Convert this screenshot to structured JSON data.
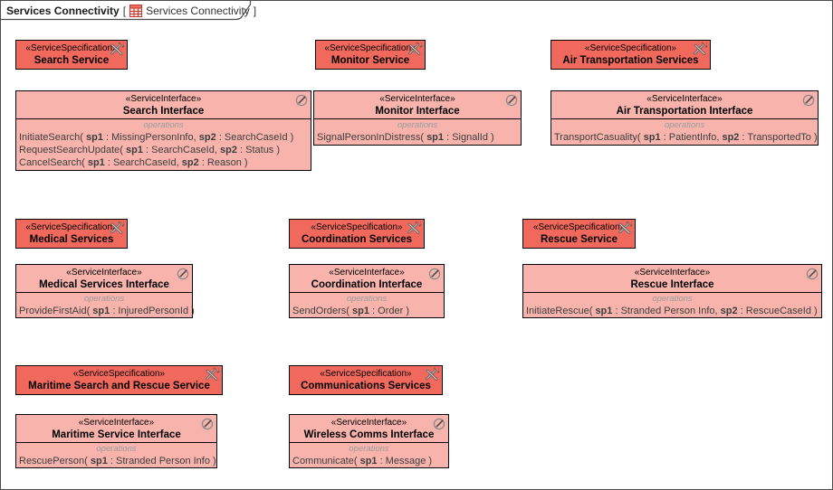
{
  "header": {
    "title": "Services Connectivity",
    "bracket_open": "[",
    "diagram_name": "Services Connectivity",
    "bracket_close": "]"
  },
  "labels": {
    "spec_stereotype": "«ServiceSpecification»",
    "interface_stereotype": "«ServiceInterface»",
    "operations": "operations"
  },
  "colors": {
    "spec_fill": "#f1695c",
    "interface_fill": "#f8b4ac",
    "box_border": "#000000",
    "frame_border": "#4d4d4d"
  },
  "specs": [
    {
      "name": "Search Service"
    },
    {
      "name": "Monitor Service"
    },
    {
      "name": "Air Transportation Services"
    },
    {
      "name": "Medical Services"
    },
    {
      "name": "Coordination Services"
    },
    {
      "name": "Rescue Service"
    },
    {
      "name": "Maritime Search and Rescue Service"
    },
    {
      "name": "Communications Services"
    }
  ],
  "interfaces": [
    {
      "name": "Search Interface",
      "operations": [
        [
          {
            "t": "InitiateSearch( "
          },
          {
            "t": "sp1",
            "b": 1
          },
          {
            "t": " : MissingPersonInfo, "
          },
          {
            "t": "sp2",
            "b": 1
          },
          {
            "t": " : SearchCaseId )"
          }
        ],
        [
          {
            "t": "RequestSearchUpdate( "
          },
          {
            "t": "sp1",
            "b": 1
          },
          {
            "t": " : SearchCaseId, "
          },
          {
            "t": "sp2",
            "b": 1
          },
          {
            "t": " : Status )"
          }
        ],
        [
          {
            "t": "CancelSearch( "
          },
          {
            "t": "sp1",
            "b": 1
          },
          {
            "t": " : SearchCaseId, "
          },
          {
            "t": "sp2",
            "b": 1
          },
          {
            "t": " : Reason )"
          }
        ]
      ]
    },
    {
      "name": "Monitor Interface",
      "operations": [
        [
          {
            "t": "SignalPersonInDistress( "
          },
          {
            "t": "sp1",
            "b": 1
          },
          {
            "t": " : SignalId )"
          }
        ]
      ]
    },
    {
      "name": "Air Transportation Interface",
      "operations": [
        [
          {
            "t": "TransportCasuality( "
          },
          {
            "t": "sp1",
            "b": 1
          },
          {
            "t": " : PatientInfo, "
          },
          {
            "t": "sp2",
            "b": 1
          },
          {
            "t": " : TransportedTo )"
          }
        ]
      ]
    },
    {
      "name": "Medical Services Interface",
      "operations": [
        [
          {
            "t": "ProvideFirstAid( "
          },
          {
            "t": "sp1",
            "b": 1
          },
          {
            "t": " : InjuredPersonId )"
          }
        ]
      ]
    },
    {
      "name": "Coordination Interface",
      "operations": [
        [
          {
            "t": "SendOrders( "
          },
          {
            "t": "sp1",
            "b": 1
          },
          {
            "t": " : Order )"
          }
        ]
      ]
    },
    {
      "name": "Rescue Interface",
      "operations": [
        [
          {
            "t": "InitiateRescue( "
          },
          {
            "t": "sp1",
            "b": 1
          },
          {
            "t": " : Stranded Person Info, "
          },
          {
            "t": "sp2",
            "b": 1
          },
          {
            "t": " : RescueCaseId )"
          }
        ]
      ]
    },
    {
      "name": "Maritime Service Interface",
      "operations": [
        [
          {
            "t": "RescuePerson( "
          },
          {
            "t": "sp1",
            "b": 1
          },
          {
            "t": " : Stranded Person Info )"
          }
        ]
      ]
    },
    {
      "name": "Wireless Comms Interface",
      "operations": [
        [
          {
            "t": "Communicate( "
          },
          {
            "t": "sp1",
            "b": 1
          },
          {
            "t": " : Message )"
          }
        ]
      ]
    }
  ]
}
